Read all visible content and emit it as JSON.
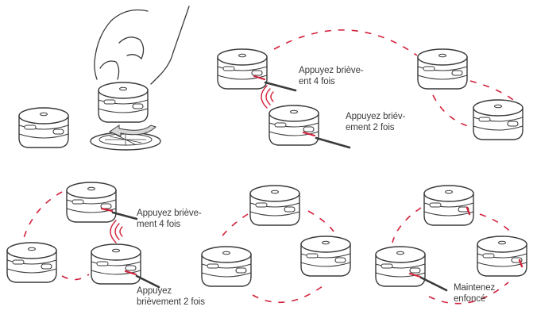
{
  "colors": {
    "ink": "#3a3a3a",
    "accent": "#d2223a",
    "paper": "#ffffff"
  },
  "icons": {
    "device": "smoke-detector-icon",
    "press": "button-press-icon",
    "signal": "wireless-signal-icon",
    "hand": "hand-icon",
    "base": "mounting-base-icon",
    "tool": "pin-tool-icon"
  },
  "labels": {
    "press4_a": "Appuyez briève-\nent 4 fois",
    "press2_a": "Appuyez briév-\nement 2 fois",
    "press4_b": "Appuyez briève-\nment 4 fois",
    "press2_b": "Appuyez\nbrièvement 2 fois",
    "hold": "Maintenez\nenfoncé"
  }
}
